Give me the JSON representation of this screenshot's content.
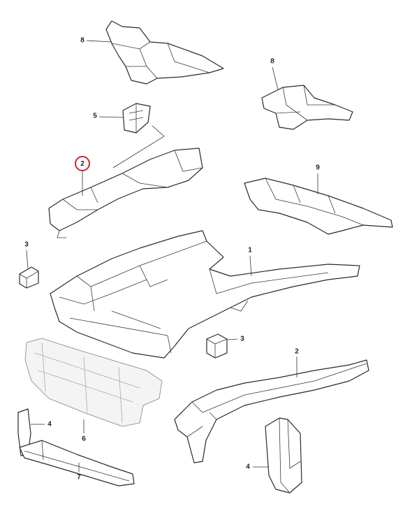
{
  "callouts": [
    {
      "id": "8a",
      "number": "8",
      "part": "part-8-upper-left"
    },
    {
      "id": "8b",
      "number": "8",
      "part": "part-8-right"
    },
    {
      "id": "5",
      "number": "5",
      "part": "part-5-bracket"
    },
    {
      "id": "2a",
      "number": "2",
      "part": "part-2-left-rail",
      "highlighted": true
    },
    {
      "id": "9",
      "number": "9",
      "part": "part-9-rail"
    },
    {
      "id": "3a",
      "number": "3",
      "part": "part-3-left-block"
    },
    {
      "id": "1",
      "number": "1",
      "part": "part-1-front-frame"
    },
    {
      "id": "3b",
      "number": "3",
      "part": "part-3-right-block"
    },
    {
      "id": "2b",
      "number": "2",
      "part": "part-2-right-rail"
    },
    {
      "id": "4a",
      "number": "4",
      "part": "part-4-left-bracket"
    },
    {
      "id": "6",
      "number": "6",
      "part": "part-6-radiator-support"
    },
    {
      "id": "4b",
      "number": "4",
      "part": "part-4-right-bracket"
    },
    {
      "id": "7",
      "number": "7",
      "part": "part-7-crossmember"
    }
  ],
  "colors": {
    "highlight": "#c8282e",
    "line": "#2a2a2a",
    "ghost": "#9a9a9a"
  }
}
